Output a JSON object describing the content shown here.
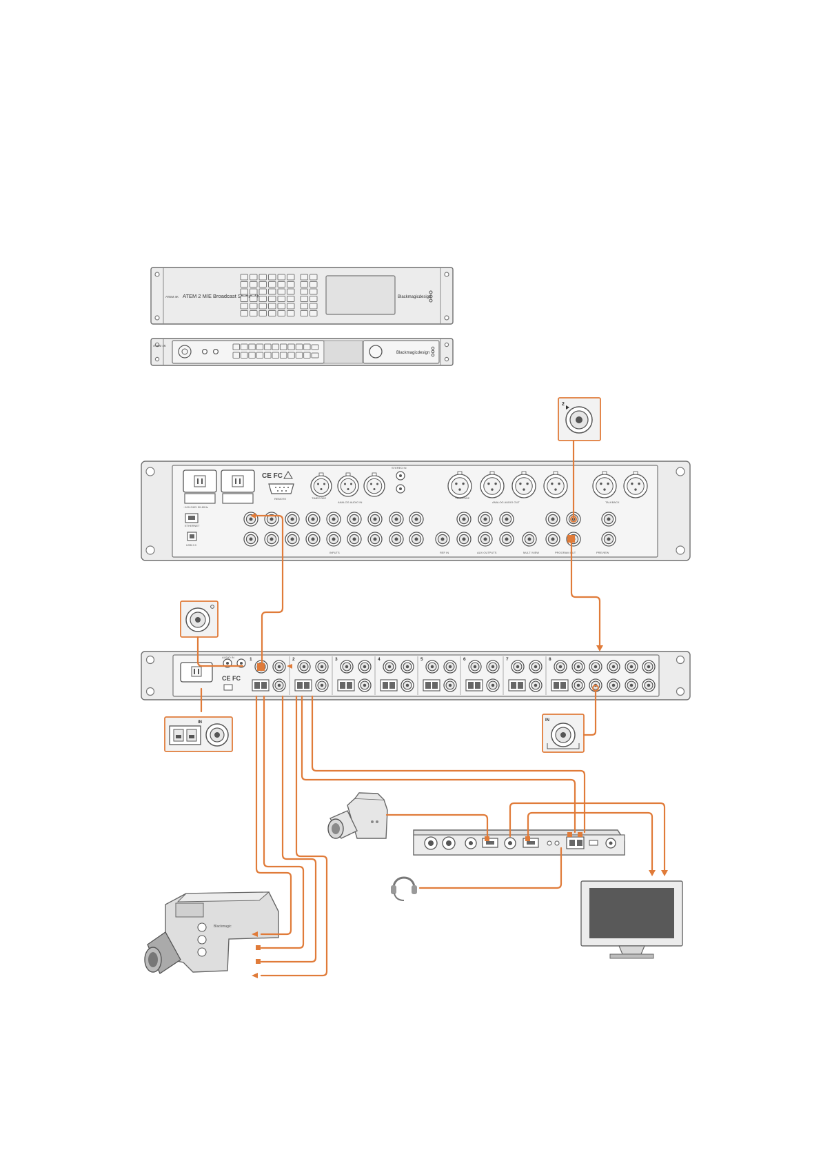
{
  "front_panel": {
    "model": "ATEM 2 M/E Broadcast Studio 4K",
    "brand": "Blackmagicdesign",
    "badge": "ATEM 4K"
  },
  "rack_panel": {
    "brand": "Blackmagicdesign",
    "badge": "ATEM 4K"
  },
  "switcher_rear": {
    "stereo_in_label": "STEREO IN",
    "remote_label": "REMOTE",
    "ethernet_label": "ETHERNET",
    "usb_label": "USB 2.0",
    "inputs_label": "INPUTS",
    "aux_outputs_label": "AUX OUTPUTS",
    "program_out_label": "PROGRAM OUT",
    "preview_label": "PREVIEW",
    "talkback_label": "TALKBACK",
    "analog_audio_in_label": "ANALOG AUDIO IN",
    "analog_audio_out_label": "ANALOG AUDIO OUT",
    "timecode_label": "TIMECODE",
    "callout_label": "2"
  },
  "converter_rear": {
    "channels": [
      "1",
      "2",
      "3",
      "4",
      "5",
      "6",
      "7",
      "8"
    ],
    "callout_in_label": "IN"
  },
  "colors": {
    "cable": "#e07b39",
    "panel": "#ececec",
    "outline": "#6f6f6f"
  }
}
